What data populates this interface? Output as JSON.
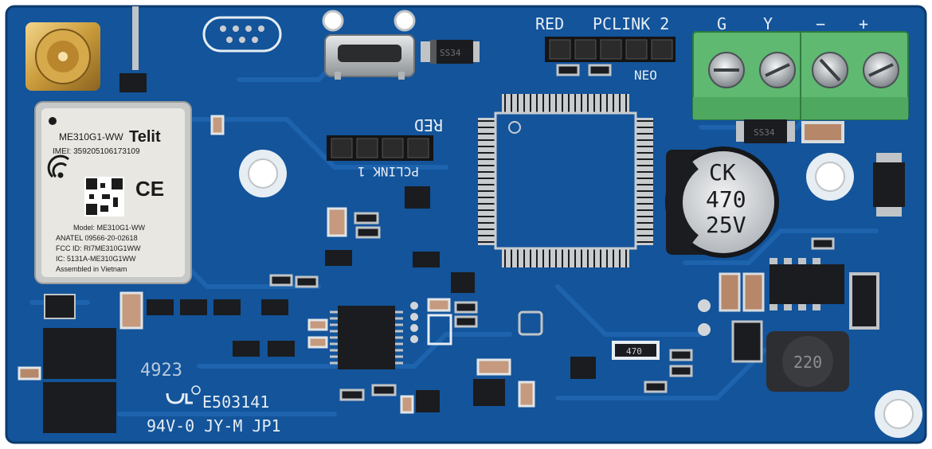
{
  "colors": {
    "board": "#13549b",
    "board_dark": "#0d3f78",
    "trace": "#1d63ad",
    "silkscreen": "#e6edf3",
    "terminal_block": "#5fb971",
    "capacitor_body": "#cfd3d6",
    "chip": "#1b1c1f"
  },
  "module": {
    "name": "ME310G1-WW",
    "brand": "Telit",
    "imei": "IMEI: 359205106173109",
    "ce_mark": "CE",
    "model": "Model: ME310G1-WW",
    "anatel": "ANATEL 09566-20-02618",
    "fcc": "FCC ID: RI7ME310G1WW",
    "ic": "IC: 5131A-ME310G1WW",
    "assembled": "Assembled in Vietnam"
  },
  "headers": {
    "pclink1": "PCLINK 1",
    "pclink1_color": "RED",
    "pclink2": "PCLINK 2",
    "pclink2_color": "RED",
    "pclink2_sub": "NEO"
  },
  "terminal": {
    "labels": [
      "G",
      "Y",
      "−",
      "+"
    ]
  },
  "capacitor": {
    "line1": "CK",
    "line2": "470",
    "line3": "25V"
  },
  "silkscreen": {
    "ul_cert": "E503141",
    "rating": "94V-0 JY-M JP1",
    "date_code": "4923",
    "inductor": "220",
    "resistor": "470",
    "diode1": "SS34",
    "diode2": "SS34"
  }
}
